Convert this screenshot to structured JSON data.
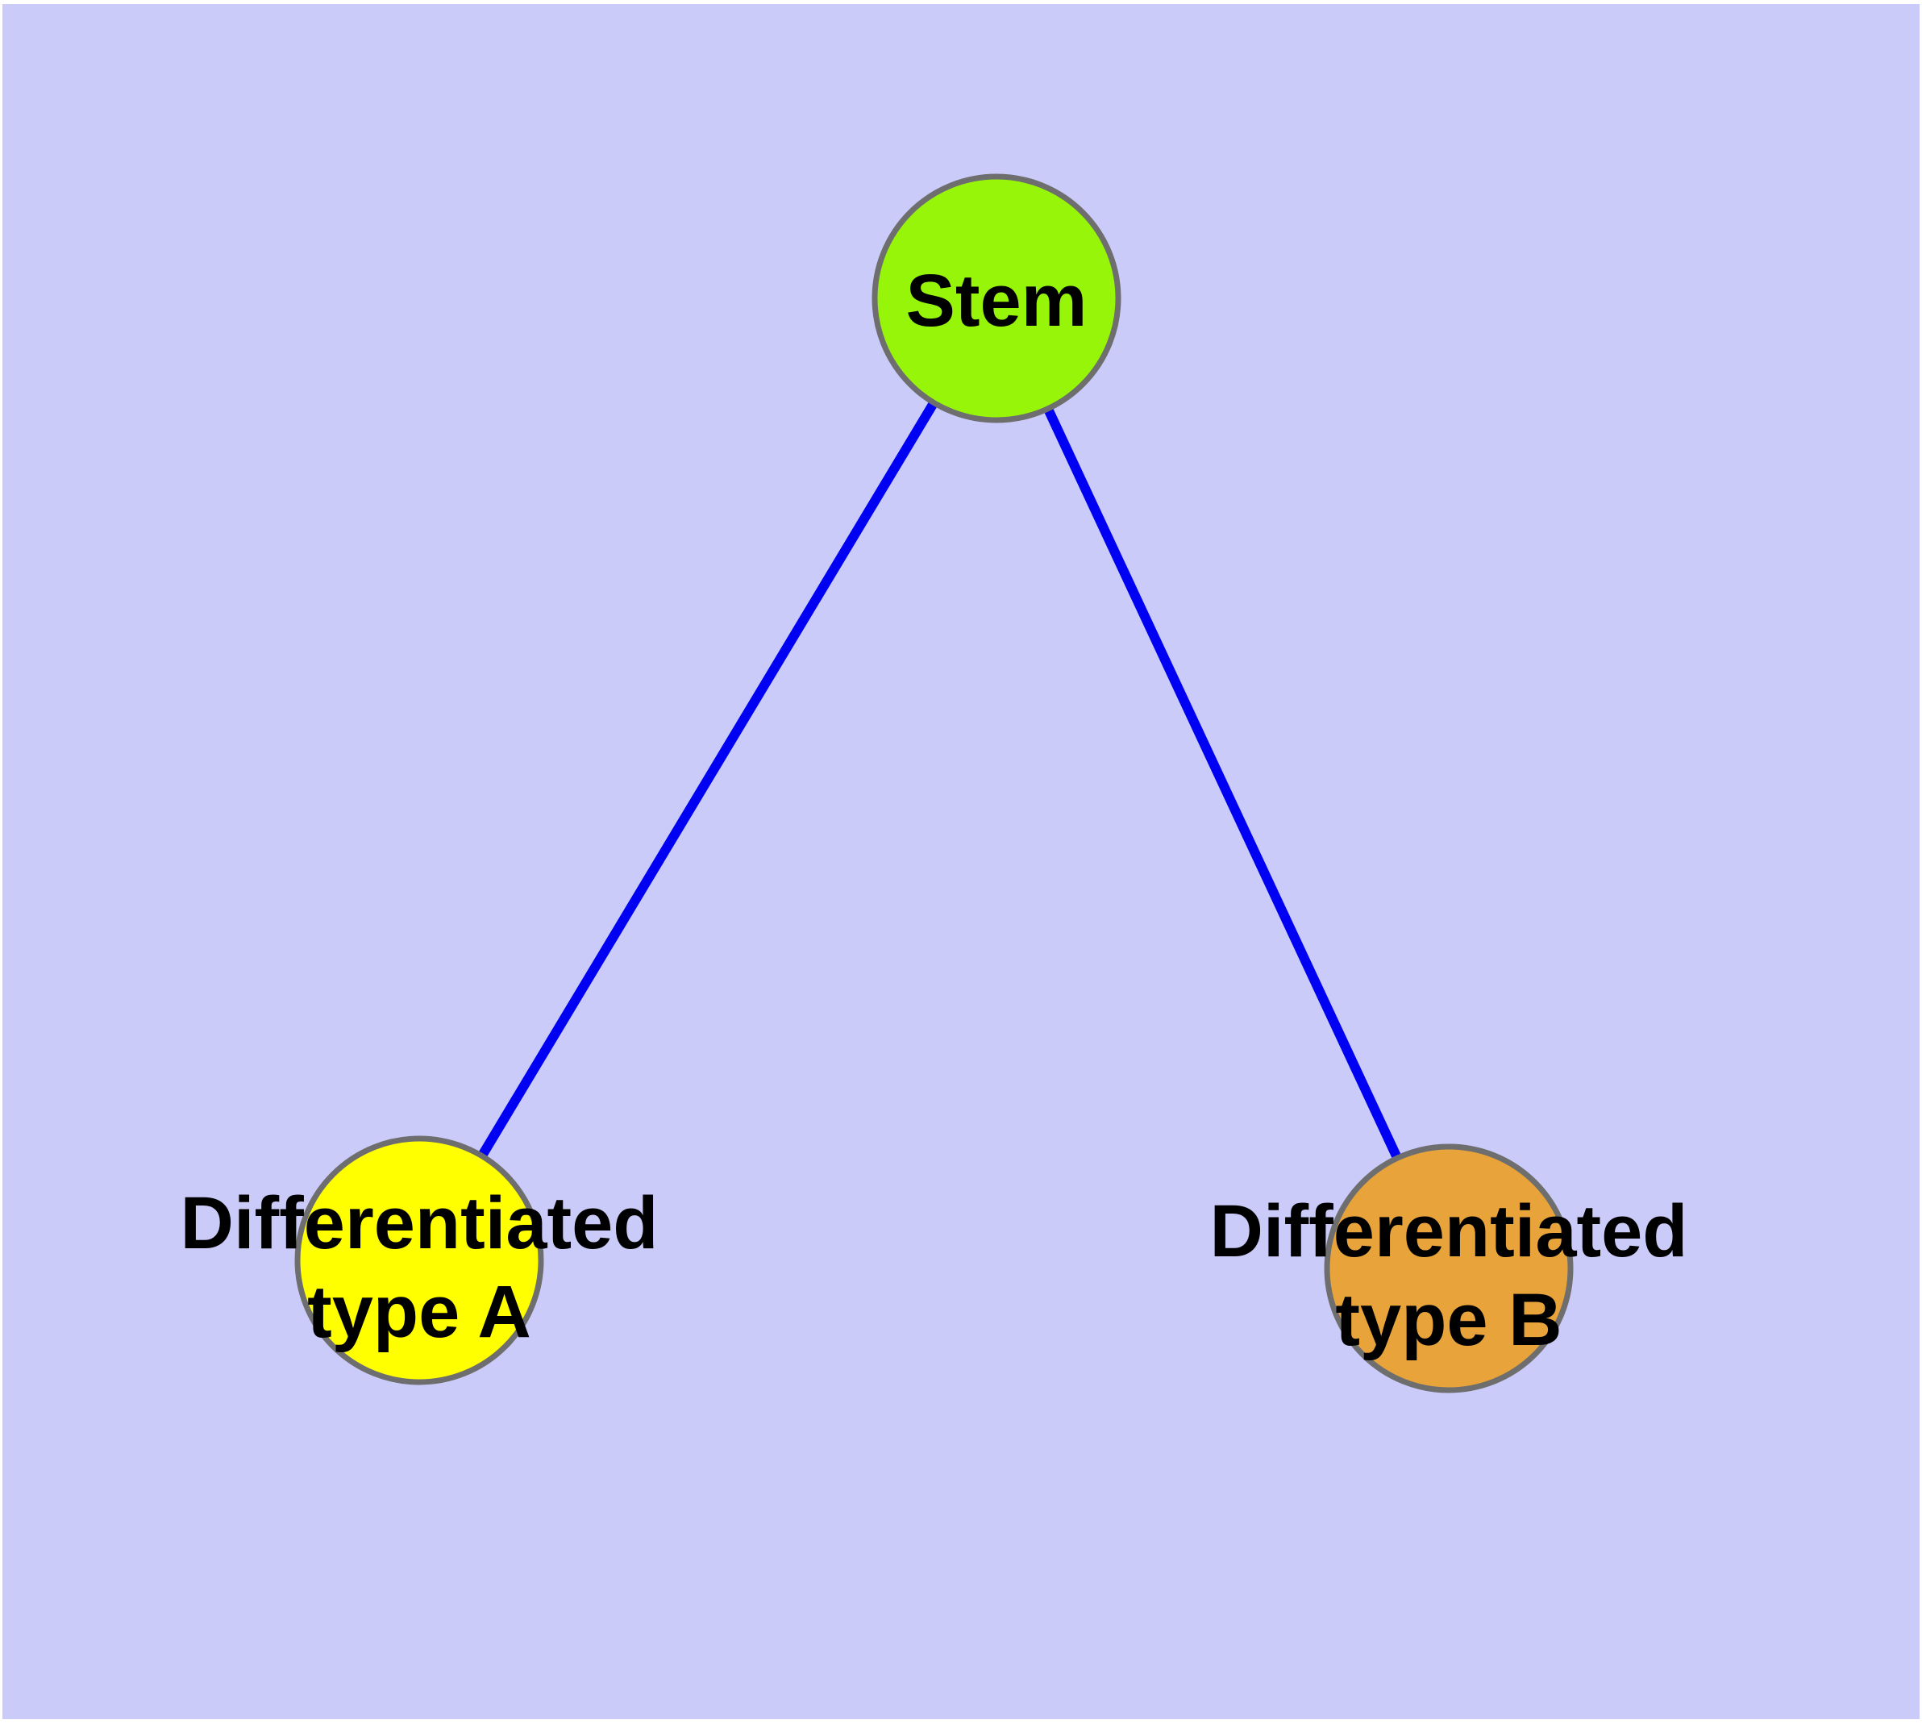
{
  "diagram": {
    "colors": {
      "canvas_background": "#CBCBFA",
      "edge": "#0000F2",
      "node_border": "#6E6E6E",
      "label": "#000000"
    },
    "nodes": [
      {
        "id": "stem",
        "label": "Stem",
        "color": "#97F50A"
      },
      {
        "id": "differentiated-type-a",
        "label_line1": "Differentiated",
        "label_line2": "type A",
        "color": "#FFFF00"
      },
      {
        "id": "differentiated-type-b",
        "label_line1": "Differentiated",
        "label_line2": "type B",
        "color": "#E8A33B"
      }
    ],
    "edges": [
      {
        "from": "stem",
        "to": "differentiated-type-a"
      },
      {
        "from": "stem",
        "to": "differentiated-type-b"
      }
    ]
  }
}
